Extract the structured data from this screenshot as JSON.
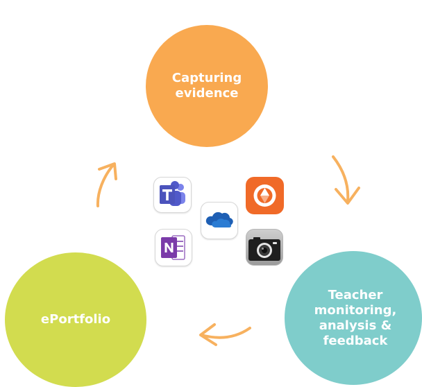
{
  "colors": {
    "capture": "#F9A950",
    "teacher": "#7FCDCB",
    "portfolio": "#D2DC4F",
    "arrow": "#F7B15F",
    "background": "#FFFFFF"
  },
  "diagram": {
    "nodes": [
      {
        "id": "capture",
        "label": "Capturing\nevidence"
      },
      {
        "id": "teacher",
        "label": "Teacher\nmonitoring,\nanalysis &\nfeedback"
      },
      {
        "id": "portfolio",
        "label": "ePortfolio"
      }
    ],
    "edges": [
      {
        "from": "capture",
        "to": "teacher"
      },
      {
        "from": "teacher",
        "to": "portfolio"
      },
      {
        "from": "portfolio",
        "to": "capture"
      }
    ],
    "app_icons": [
      "teams-icon",
      "onenote-icon",
      "onedrive-icon",
      "office-lens-icon",
      "camera-icon"
    ]
  }
}
